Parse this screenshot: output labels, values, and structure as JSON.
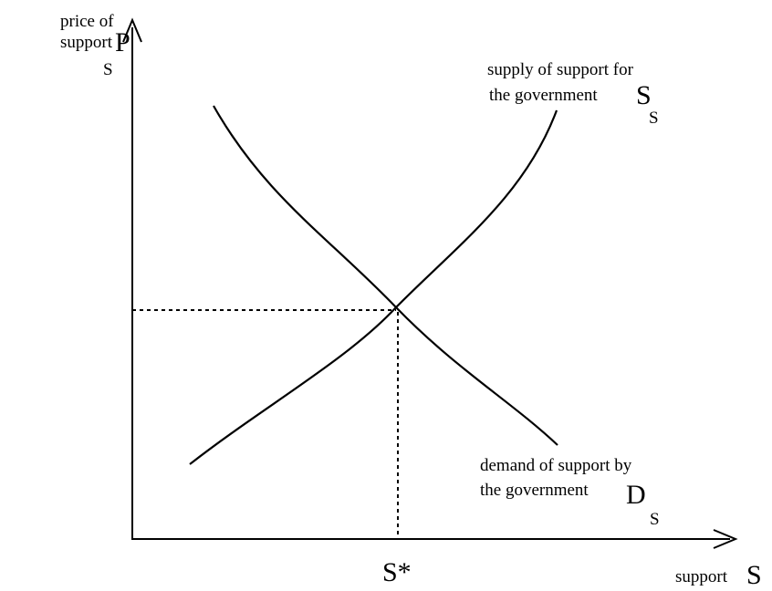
{
  "y_axis": {
    "label_line1": "price of",
    "label_line2": "support",
    "symbol": "P",
    "symbol_sub": "S"
  },
  "x_axis": {
    "label": "support",
    "symbol": "S"
  },
  "equilibrium": {
    "label": "S*"
  },
  "supply_curve": {
    "label_line1": "supply of support for",
    "label_line2": "the government",
    "symbol": "S",
    "symbol_sub": "S"
  },
  "demand_curve": {
    "label_line1": "demand of support by",
    "label_line2": "the government",
    "symbol": "D",
    "symbol_sub": "S"
  },
  "colors": {
    "ink": "#000000",
    "background": "#ffffff"
  }
}
